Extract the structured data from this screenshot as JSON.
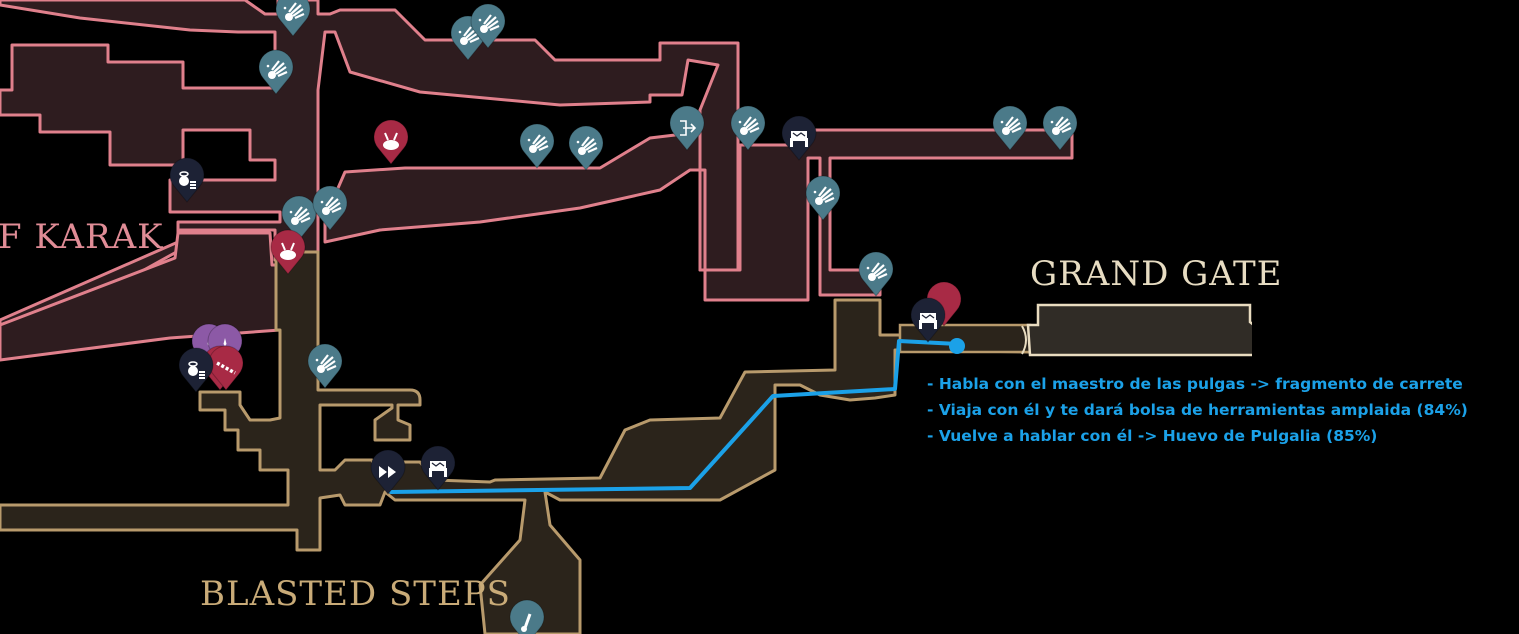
{
  "colors": {
    "pink_outline": "#e0808c",
    "pink_fill": "#2e1c1f",
    "tan_outline": "#b89a6c",
    "tan_fill": "#2b241b",
    "gate_outline": "#e9dcc0",
    "gate_fill": "#302c26",
    "route": "#1ba1e8",
    "pin_teal": "#4b7a89",
    "pin_navy": "#1d2235",
    "pin_red": "#a82a45",
    "pin_purple": "#8c59a6",
    "label_pink": "#e08c96",
    "label_tan": "#c9ab78",
    "label_cream": "#e7dcc2"
  },
  "regions": [
    {
      "name": "F KARAK",
      "label": "F KARAK"
    },
    {
      "name": "GRAND GATE",
      "label": "GRAND GATE"
    },
    {
      "name": "BLASTED STEPS",
      "label": "BLASTED STEPS"
    }
  ],
  "pins": [
    {
      "type": "shard-cluster",
      "icon": "explosion-icon",
      "color": "teal"
    },
    {
      "type": "shard-cluster",
      "icon": "explosion-icon",
      "color": "teal"
    },
    {
      "type": "shard-cluster",
      "icon": "explosion-icon",
      "color": "teal"
    },
    {
      "type": "shard-cluster",
      "icon": "explosion-icon",
      "color": "teal"
    },
    {
      "type": "flea",
      "icon": "flea-icon",
      "color": "red"
    },
    {
      "type": "shard-cluster",
      "icon": "explosion-icon",
      "color": "teal"
    },
    {
      "type": "shard-cluster",
      "icon": "explosion-icon",
      "color": "teal"
    },
    {
      "type": "shard-cluster",
      "icon": "explosion-icon",
      "color": "teal"
    },
    {
      "type": "shard-cluster",
      "icon": "explosion-icon",
      "color": "teal"
    },
    {
      "type": "exit",
      "icon": "exit-door-icon",
      "color": "teal"
    },
    {
      "type": "shard-cluster",
      "icon": "explosion-icon",
      "color": "teal"
    },
    {
      "type": "bench",
      "icon": "bench-icon",
      "color": "navy"
    },
    {
      "type": "shard-cluster",
      "icon": "explosion-icon",
      "color": "teal"
    },
    {
      "type": "shard-cluster",
      "icon": "explosion-icon",
      "color": "teal"
    },
    {
      "type": "vendor",
      "icon": "money-bag-icon",
      "color": "navy"
    },
    {
      "type": "shard-cluster",
      "icon": "explosion-icon",
      "color": "teal"
    },
    {
      "type": "shard-cluster",
      "icon": "explosion-icon",
      "color": "teal"
    },
    {
      "type": "flea",
      "icon": "flea-icon",
      "color": "red"
    },
    {
      "type": "shard-cluster",
      "icon": "explosion-icon",
      "color": "teal"
    },
    {
      "type": "marker",
      "icon": "sparkle-icon",
      "color": "purple"
    },
    {
      "type": "marker",
      "icon": "sparkle-icon",
      "color": "purple"
    },
    {
      "type": "marker",
      "icon": "blank-icon",
      "color": "red"
    },
    {
      "type": "rosary",
      "icon": "rosary-icon",
      "color": "red"
    },
    {
      "type": "vendor",
      "icon": "money-bag-icon",
      "color": "navy"
    },
    {
      "type": "fast-travel",
      "icon": "fast-forward-icon",
      "color": "navy"
    },
    {
      "type": "bench",
      "icon": "bench-icon",
      "color": "navy"
    },
    {
      "type": "marker",
      "icon": "blank-icon",
      "color": "red"
    },
    {
      "type": "bench",
      "icon": "bench-icon",
      "color": "navy"
    },
    {
      "type": "tool",
      "icon": "tool-icon",
      "color": "teal"
    }
  ],
  "notes": [
    "- Habla con el maestro de las pulgas -> fragmento de carrete",
    "- Viaja con él y te dará bolsa de herramientas amplaida (84%)",
    "- Vuelve a hablar con él -> Huevo de Pulgalia (85%)"
  ]
}
